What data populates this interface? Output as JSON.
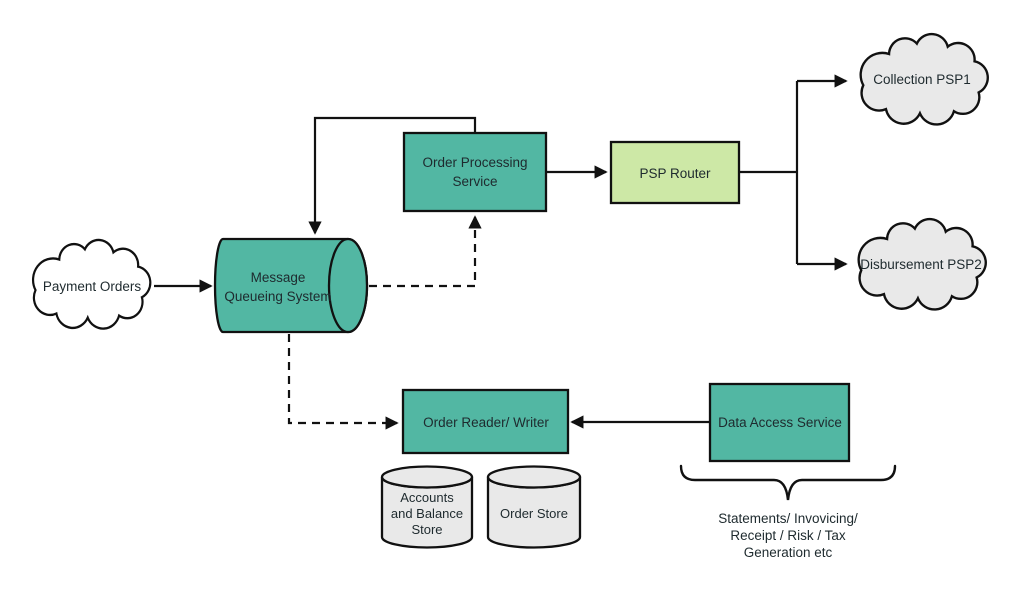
{
  "canvas": {
    "background": "#ffffff"
  },
  "colors": {
    "teal": "#52b7a3",
    "light_green": "#cde8a6",
    "gray": "#e9e9e9",
    "white": "#ffffff",
    "line": "#111111",
    "text": "#1e2a2e"
  },
  "nodes": {
    "payment_orders": {
      "shape": "cloud",
      "label": "Payment Orders"
    },
    "message_queueing_system": {
      "shape": "horizontal-cylinder",
      "line1": "Message",
      "line2": "Queueing System"
    },
    "order_processing_service": {
      "shape": "rect",
      "line1": "Order Processing",
      "line2": "Service"
    },
    "psp_router": {
      "shape": "rect",
      "label": "PSP Router"
    },
    "collection_psp1": {
      "shape": "cloud",
      "label": "Collection PSP1"
    },
    "disbursement_psp2": {
      "shape": "cloud",
      "label": "Disbursement PSP2"
    },
    "order_reader_writer": {
      "shape": "rect",
      "label": "Order Reader/ Writer"
    },
    "data_access_service": {
      "shape": "rect",
      "label": "Data Access Service"
    },
    "accounts_and_balance_store": {
      "shape": "cylinder",
      "line1": "Accounts",
      "line2": "and Balance",
      "line3": "Store"
    },
    "order_store": {
      "shape": "cylinder",
      "label": "Order Store"
    }
  },
  "annotation": {
    "line1": "Statements/ Invovicing/",
    "line2": "Receipt / Risk / Tax",
    "line3": "Generation etc"
  },
  "edges": [
    {
      "from": "payment_orders",
      "to": "message_queueing_system",
      "style": "solid-arrow"
    },
    {
      "from": "order_processing_service",
      "to": "message_queueing_system",
      "style": "solid-arrow-elbow"
    },
    {
      "from": "message_queueing_system",
      "to": "order_processing_service",
      "style": "dashed-arrow"
    },
    {
      "from": "order_processing_service",
      "to": "psp_router",
      "style": "solid-arrow"
    },
    {
      "from": "psp_router",
      "to": "collection_psp1",
      "style": "solid-arrow"
    },
    {
      "from": "psp_router",
      "to": "disbursement_psp2",
      "style": "solid-arrow"
    },
    {
      "from": "message_queueing_system",
      "to": "order_reader_writer",
      "style": "dashed-arrow"
    },
    {
      "from": "data_access_service",
      "to": "order_reader_writer",
      "style": "solid-arrow"
    }
  ]
}
